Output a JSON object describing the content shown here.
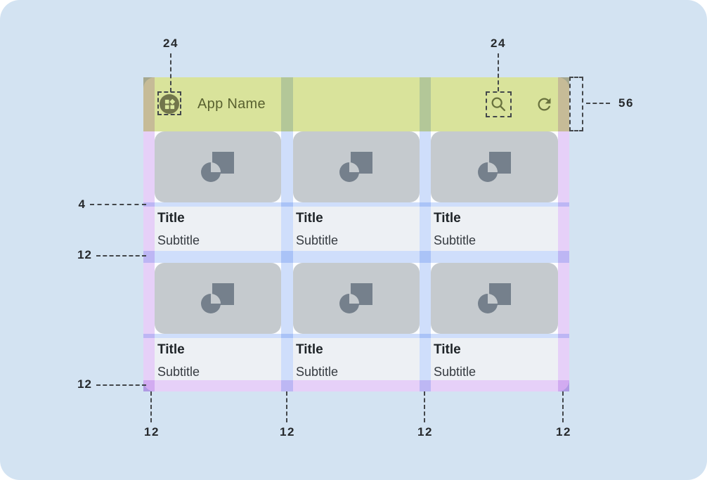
{
  "appbar": {
    "title": "App Name",
    "icons": {
      "app": "widgets-icon",
      "search": "search-icon",
      "refresh": "refresh-icon"
    }
  },
  "cards": [
    {
      "title": "Title",
      "subtitle": "Subtitle",
      "media_icon": "pie-square-placeholder-icon"
    },
    {
      "title": "Title",
      "subtitle": "Subtitle",
      "media_icon": "pie-square-placeholder-icon"
    },
    {
      "title": "Title",
      "subtitle": "Subtitle",
      "media_icon": "pie-square-placeholder-icon"
    },
    {
      "title": "Title",
      "subtitle": "Subtitle",
      "media_icon": "pie-square-placeholder-icon"
    },
    {
      "title": "Title",
      "subtitle": "Subtitle",
      "media_icon": "pie-square-placeholder-icon"
    },
    {
      "title": "Title",
      "subtitle": "Subtitle",
      "media_icon": "pie-square-placeholder-icon"
    }
  ],
  "annotations": {
    "app_icon_size": "24",
    "action_icon_size": "24",
    "appbar_height": "56",
    "image_text_gap": "4",
    "row_gap": "12",
    "bottom_margin": "12",
    "bottom_labels": [
      "12",
      "12",
      "12",
      "12"
    ]
  },
  "colors": {
    "canvas_bg": "#d3e3f2",
    "appbar_green": "#dce59b",
    "margin_purple": "#e9d2f8",
    "gutter_blue": "#d2e0fb",
    "screen_surface": "#fcfdff",
    "card_media_bg": "#c5cace",
    "card_media_icon": "#75808c",
    "card_text_bg": "#edf0f4",
    "olive_icon": "#68713d",
    "appicon_circle": "#72764b",
    "appicon_glyph": "#dcea9f",
    "appbar_title": "#596130",
    "title_text": "#1f2428",
    "subtitle_text": "#363b41",
    "annotation_text": "#26292c",
    "dash_color": "#43474b"
  }
}
